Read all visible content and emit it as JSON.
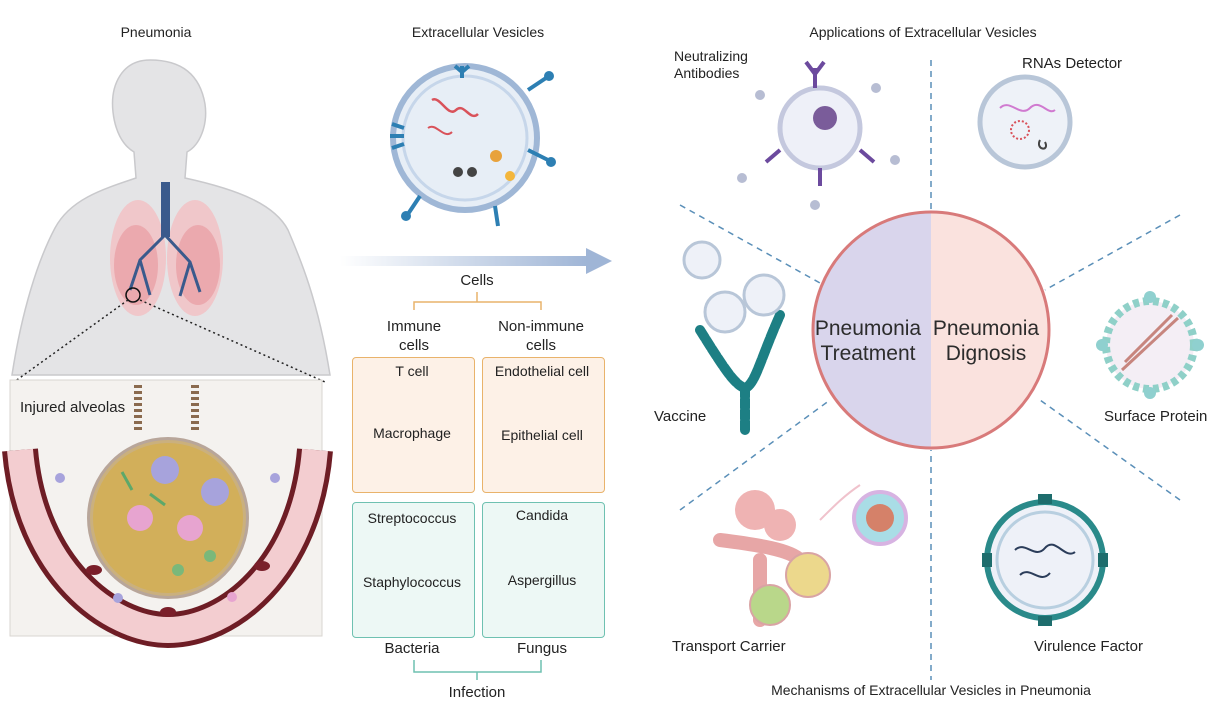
{
  "titles": {
    "pneumonia": "Pneumonia",
    "extracellular_vesicles": "Extracellular Vesicles",
    "applications": "Applications of Extracellular Vesicles",
    "mechanisms": "Mechanisms of Extracellular Vesicles in Pneumonia"
  },
  "left_panel": {
    "injured_alveolas": "Injured alveolas"
  },
  "cells": {
    "root": "Cells",
    "immune_line1": "Immune",
    "immune_line2": "cells",
    "nonimmune_line1": "Non-immune",
    "nonimmune_line2": "cells",
    "t_cell": "T cell",
    "macrophage": "Macrophage",
    "endothelial": "Endothelial cell",
    "epithelial": "Epithelial cell",
    "streptococcus": "Streptococcus",
    "staphylococcus": "Staphylococcus",
    "candida": "Candida",
    "aspergillus": "Aspergillus",
    "bacteria": "Bacteria",
    "fungus": "Fungus",
    "infection": "Infection"
  },
  "circle": {
    "treatment_line1": "Pneumonia",
    "treatment_line2": "Treatment",
    "diagnosis_line1": "Pneumonia",
    "diagnosis_line2": "Dignosis"
  },
  "applications": {
    "neutralizing_line1": "Neutralizing",
    "neutralizing_line2": "Antibodies",
    "rnas_detector": "RNAs Detector",
    "vaccine": "Vaccine",
    "surface_protein": "Surface Protein",
    "transport_carrier": "Transport Carrier",
    "virulence_factor": "Virulence Factor"
  },
  "colors": {
    "treatment_fill": "#d9d5ec",
    "diagnosis_fill": "#fae2de",
    "circle_stroke": "#d87a7a",
    "dashed_line": "#5a8fb8",
    "arrow": "#9fb5d6",
    "immune_box": "#e9b36b",
    "infection_box": "#6fc1b1"
  }
}
